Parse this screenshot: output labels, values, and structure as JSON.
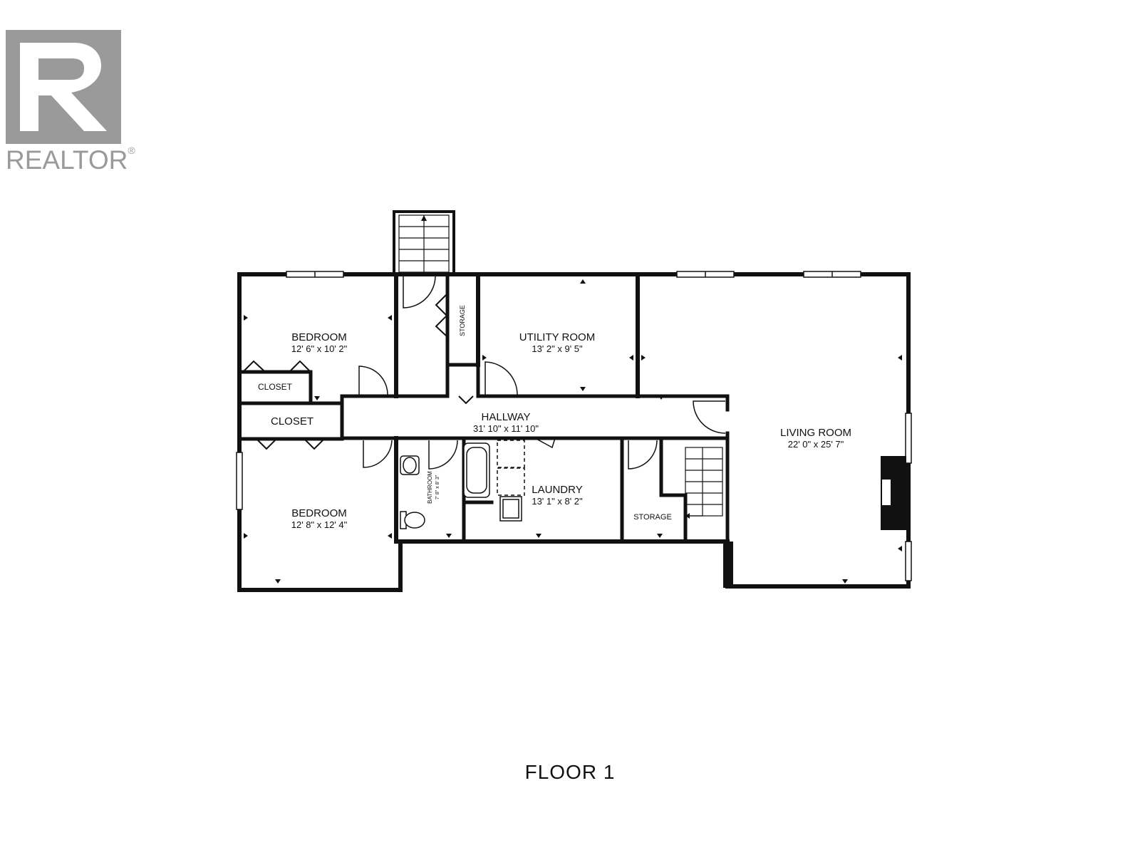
{
  "logo": {
    "text": "REALTOR",
    "mark": "®",
    "color": "#9a9a9a"
  },
  "floor_title": "FLOOR 1",
  "rooms": {
    "bedroom_top": {
      "name": "BEDROOM",
      "size": "12' 6\" x 10' 2\""
    },
    "closet_small": {
      "name": "CLOSET"
    },
    "closet_large": {
      "name": "CLOSET"
    },
    "bedroom_bottom": {
      "name": "BEDROOM",
      "size": "12' 8\" x 12' 4\""
    },
    "storage_top": {
      "name": "STORAGE"
    },
    "utility": {
      "name": "UTILITY ROOM",
      "size": "13' 2\" x 9' 5\""
    },
    "hallway": {
      "name": "HALLWAY",
      "size": "31' 10\" x 11' 10\""
    },
    "bathroom": {
      "name": "BATHROOM",
      "size": "7' 8\" x 8' 3\""
    },
    "laundry": {
      "name": "LAUNDRY",
      "size": "13' 1\" x 8' 2\""
    },
    "storage_bottom": {
      "name": "STORAGE"
    },
    "living": {
      "name": "LIVING ROOM",
      "size": "22' 0\" x 25' 7\""
    }
  },
  "colors": {
    "wall": "#111111",
    "window": "#9a9a9a"
  }
}
